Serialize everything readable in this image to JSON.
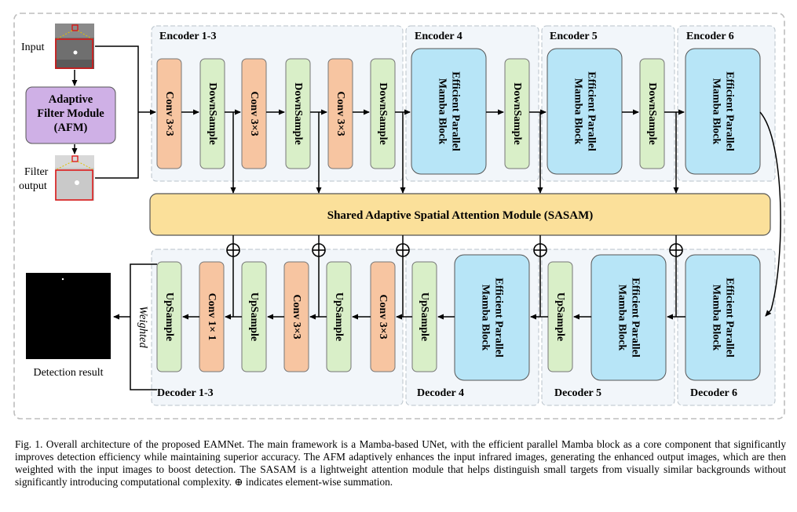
{
  "figure": {
    "input_label": "Input",
    "afm": {
      "line1": "Adaptive",
      "line2": "Filter Module",
      "line3": "(AFM)"
    },
    "filter_output": {
      "line1": "Filter",
      "line2": "output"
    },
    "detection_result": "Detection result",
    "weighted": "Weighted",
    "sasam": "Shared Adaptive Spatial Attention Module (SASAM)",
    "groups": {
      "enc13": "Encoder 1-3",
      "enc4": "Encoder 4",
      "enc5": "Encoder 5",
      "enc6": "Encoder 6",
      "dec13": "Decoder 1-3",
      "dec4": "Decoder 4",
      "dec5": "Decoder 5",
      "dec6": "Decoder 6"
    },
    "blocks": {
      "conv33": "Conv 3×3",
      "conv11": "Conv 1× 1",
      "downsample": "DownSample",
      "upsample": "UpSample",
      "mamba_line1": "Efficient Parallel",
      "mamba_line2": "Mamba Block"
    },
    "colors": {
      "conv": "#f7c5a1",
      "sample": "#d9efc8",
      "mamba": "#b7e5f7",
      "afm": "#cfb0e6",
      "sasam": "#fbe09a"
    }
  },
  "caption": "Fig. 1.  Overall architecture of the proposed EAMNet. The main framework is a Mamba-based UNet, with the efficient parallel Mamba block as a core component that significantly improves detection efficiency while maintaining superior accuracy. The AFM adaptively enhances the input infrared images, generating the enhanced output images, which are then weighted with the input images to boost detection. The SASAM is a lightweight attention module that helps distinguish small targets from visually similar backgrounds without significantly introducing computational complexity. ⊕ indicates element-wise summation."
}
